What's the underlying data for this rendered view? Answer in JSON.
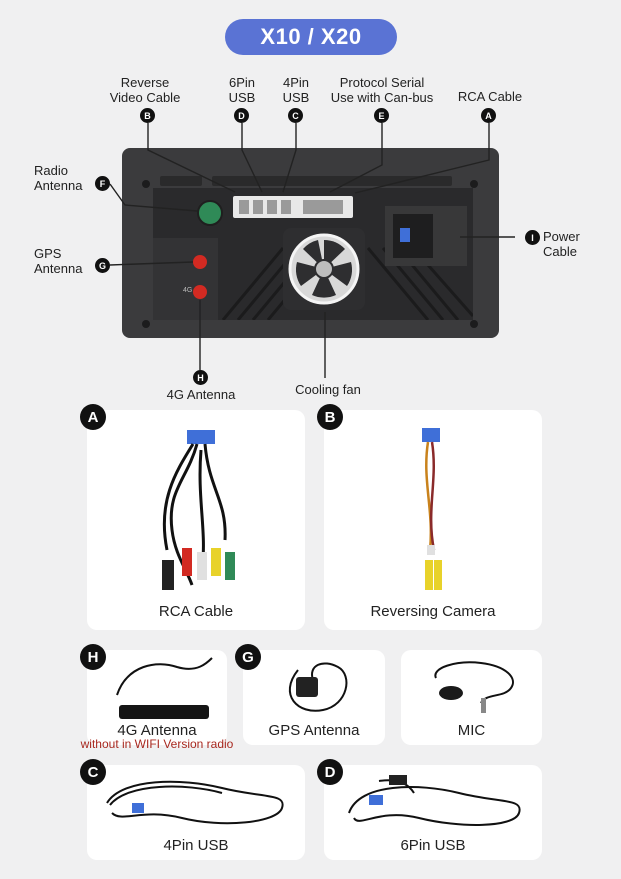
{
  "header": {
    "model": "X10 / X20"
  },
  "callouts": {
    "reverse_video": {
      "line1": "Reverse",
      "line2": "Video Cable",
      "marker": "B"
    },
    "usb6": {
      "line1": "6Pin",
      "line2": "USB",
      "marker": "D"
    },
    "usb4": {
      "line1": "4Pin",
      "line2": "USB",
      "marker": "C"
    },
    "protocol": {
      "line1": "Protocol Serial",
      "line2": "Use with Can-bus",
      "marker": "E"
    },
    "rca": {
      "line1": "RCA Cable",
      "marker": "A"
    },
    "radio": {
      "line1": "Radio",
      "line2": "Antenna",
      "marker": "F"
    },
    "gps": {
      "line1": "GPS",
      "line2": "Antenna",
      "marker": "G"
    },
    "power": {
      "line1": "Power",
      "line2": "Cable",
      "marker": "I"
    },
    "antenna4g": {
      "line1": "4G Antenna",
      "marker": "H"
    },
    "fan": {
      "line1": "Cooling fan"
    }
  },
  "panel": {
    "port_label_4g": "4G"
  },
  "cards": {
    "rca": {
      "marker": "A",
      "label": "RCA Cable"
    },
    "reversing": {
      "marker": "B",
      "label": "Reversing Camera"
    },
    "antenna4g": {
      "marker": "H",
      "label": "4G Antenna",
      "note": "without in WIFI Version radio"
    },
    "gps": {
      "marker": "G",
      "label": "GPS Antenna"
    },
    "mic": {
      "label": "MIC"
    },
    "usb4": {
      "marker": "C",
      "label": "4Pin USB"
    },
    "usb6": {
      "marker": "D",
      "label": "6Pin USB"
    }
  },
  "colors": {
    "pill": "#5a73d4",
    "marker": "#111111",
    "note": "#a8281f",
    "antenna_red": "#d22a22",
    "radio_green": "#2f8a57",
    "connector_blue": "#3f6fd8"
  }
}
